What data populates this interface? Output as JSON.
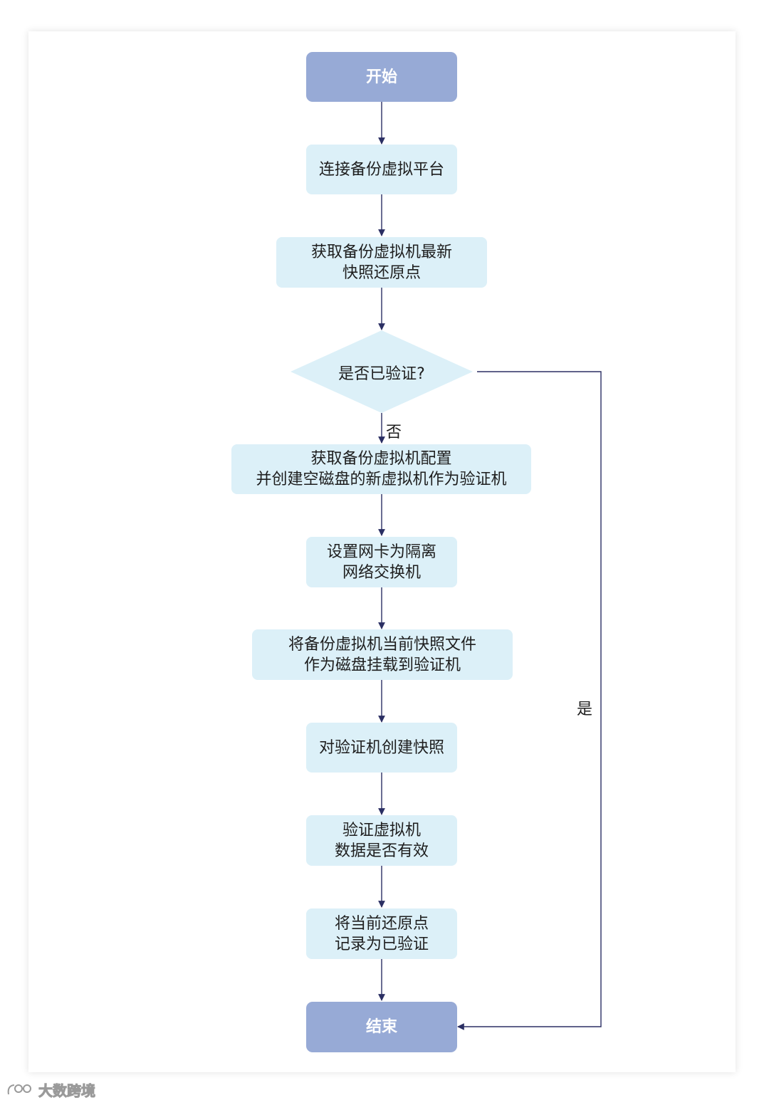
{
  "flowchart": {
    "start": "开始",
    "step_connect": "连接备份虚拟平台",
    "step_snapshot": [
      "获取备份虚拟机最新",
      "快照还原点"
    ],
    "decision": "是否已验证?",
    "decision_no": "否",
    "decision_yes": "是",
    "step_create_vm": [
      "获取备份虚拟机配置",
      "并创建空磁盘的新虚拟机作为验证机"
    ],
    "step_network": [
      "设置网卡为隔离",
      "网络交换机"
    ],
    "step_mount": [
      "将备份虚拟机当前快照文件",
      "作为磁盘挂载到验证机"
    ],
    "step_vm_snapshot": "对验证机创建快照",
    "step_validate": [
      "验证虚拟机",
      "数据是否有效"
    ],
    "step_record": [
      "将当前还原点",
      "记录为已验证"
    ],
    "end": "结束"
  },
  "watermark": {
    "text": "大数跨境"
  },
  "colors": {
    "terminal_fill": "#97aad6",
    "process_fill": "#dcf0f8",
    "connector": "#2b2f63"
  }
}
